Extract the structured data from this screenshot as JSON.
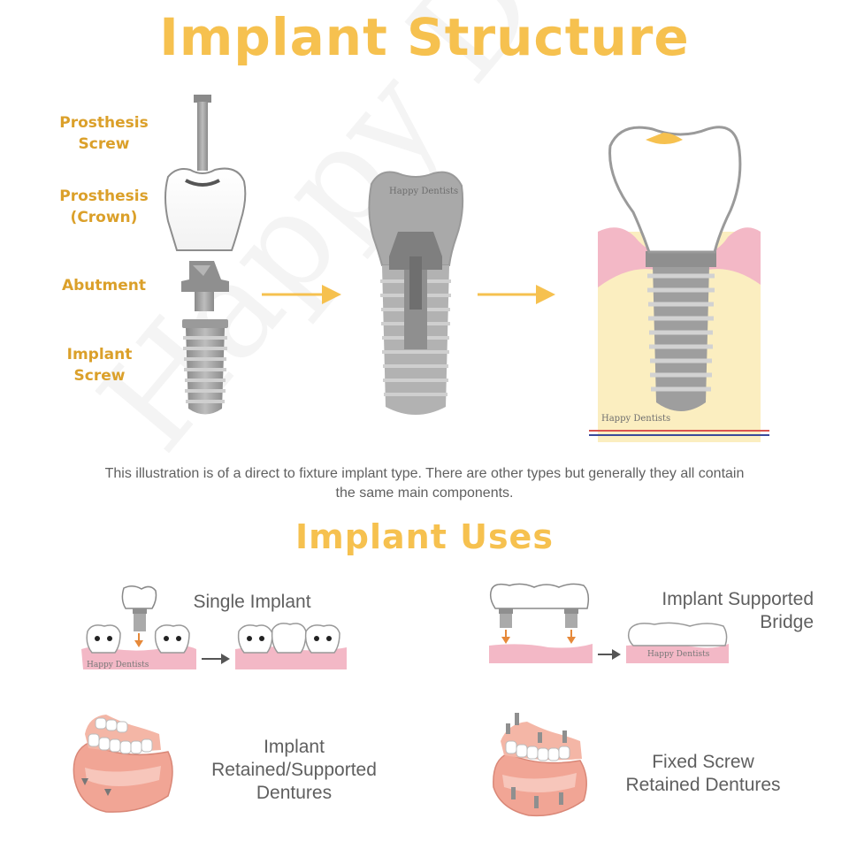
{
  "title": "Implant Structure",
  "parts": [
    {
      "label": "Prosthesis\nScrew"
    },
    {
      "label": "Prosthesis\n(Crown)"
    },
    {
      "label": "Abutment"
    },
    {
      "label": "Implant\nScrew"
    }
  ],
  "note": "This illustration is of a direct to fixture implant type. There are other types but generally they all contain the same main components.",
  "uses_title": "Implant Uses",
  "uses": [
    {
      "label": "Single Implant"
    },
    {
      "label": "Implant Supported\nBridge"
    },
    {
      "label": "Implant\nRetained/Supported\nDentures"
    },
    {
      "label": "Fixed Screw\nRetained Dentures"
    }
  ],
  "brand": "Happy Dentists",
  "watermark": "Happy Dentists",
  "colors": {
    "title": "#f6c14f",
    "label": "#dba02a",
    "arrow": "#f6c14f",
    "gum": "#f3b8c6",
    "bone": "#fbeec0",
    "metal": "#9b9b9b"
  },
  "icons": [
    "prosthesis-screw-icon",
    "crown-icon",
    "abutment-icon",
    "implant-screw-icon",
    "assembled-implant-icon",
    "implant-in-jaw-icon",
    "single-implant-icon",
    "bridge-icon",
    "denture-icon",
    "fixed-denture-icon"
  ]
}
